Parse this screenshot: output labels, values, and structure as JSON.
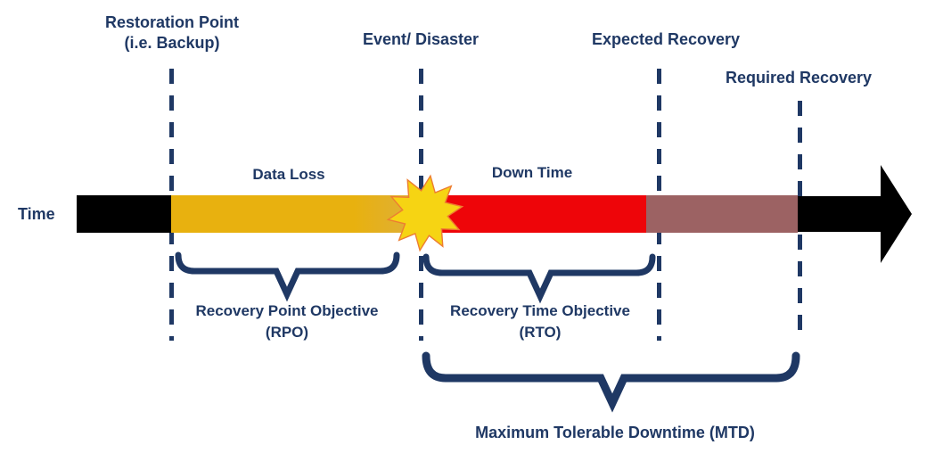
{
  "diagram": {
    "time_axis_label": "Time",
    "milestones": [
      {
        "line1": "Restoration Point",
        "line2": "(i.e. Backup)"
      },
      {
        "line1": "Event/ Disaster"
      },
      {
        "line1": "Expected Recovery"
      },
      {
        "line1": "Required Recovery"
      }
    ],
    "segment_labels": {
      "data_loss": "Data Loss",
      "down_time": "Down Time"
    },
    "braces": [
      {
        "line1": "Recovery Point Objective",
        "line2": "(RPO)"
      },
      {
        "line1": "Recovery Time Objective",
        "line2": "(RTO)"
      },
      {
        "line1": "Maximum Tolerable Downtime (MTD)"
      }
    ],
    "icons": {
      "starburst": "starburst-icon",
      "arrow": "arrow-right-icon"
    },
    "colors": {
      "background": "#FFFFFF",
      "text_navy": "#1F3864",
      "timeline_black": "#000000",
      "data_loss_gold": "#E8B10F",
      "down_time_red": "#EE0509",
      "recovery_mauve": "#9C6263",
      "star_yellow": "#F6D413",
      "star_outline_orange": "#ED7D31"
    }
  }
}
